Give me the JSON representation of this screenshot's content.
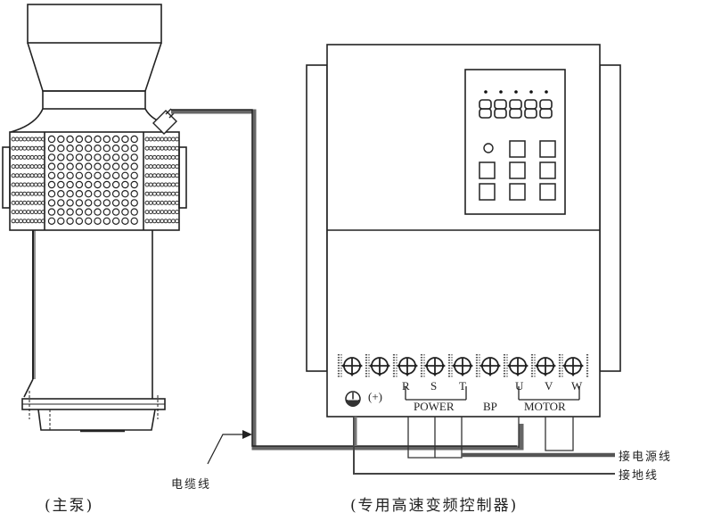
{
  "diagram": {
    "pump": {
      "caption": "(主泵)",
      "cable_label": "电缆线"
    },
    "controller": {
      "caption": "(专用高速变频控制器)",
      "keypad": {
        "display_digits": "88888",
        "indicator_count": 5,
        "button_rows": 3,
        "button_cols": 3
      },
      "terminals": {
        "ground_symbol": "ground-icon",
        "plus_label": "(+)",
        "power_letters": [
          "R",
          "S",
          "T"
        ],
        "power_group": "POWER",
        "bp_label": "BP",
        "motor_letters": [
          "U",
          "V",
          "W"
        ],
        "motor_group": "MOTOR",
        "count": 9
      }
    },
    "wires": {
      "power_source": "接电源线",
      "ground": "接地线"
    },
    "colors": {
      "line": "#222222",
      "cable": "#555555",
      "cable_dark": "#333333"
    }
  }
}
